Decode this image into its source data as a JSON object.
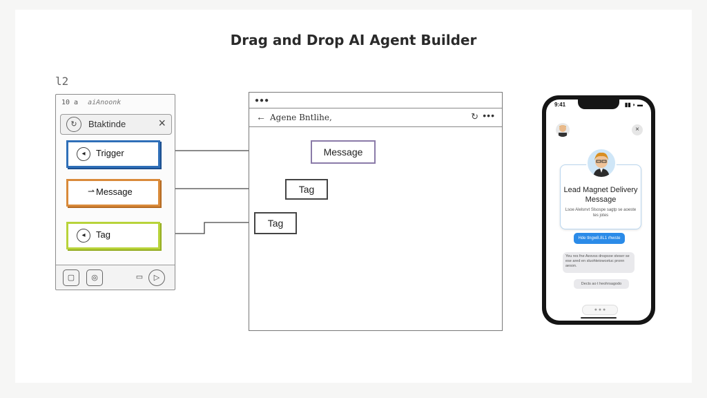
{
  "title": "Drag and Drop AI Agent Builder",
  "sketch_marker": "l2",
  "palette": {
    "panel_header": "10 a",
    "panel_app_name": "aiAnoonk",
    "search_placeholder": "Btaktinde",
    "close_glyph": "×",
    "nodes": [
      {
        "label": "Trigger",
        "color": "#2f6fb8",
        "icon": "cursor-icon"
      },
      {
        "label": "Message",
        "color": "#d98a3a",
        "icon": "arrow-icon"
      },
      {
        "label": "Tag",
        "color": "#b8d33a",
        "icon": "cursor-icon"
      }
    ],
    "bottom_icons": [
      "square-icon",
      "record-icon",
      "minus-icon",
      "play-icon"
    ]
  },
  "canvas": {
    "window_dots": "●●●",
    "back_glyph": "←",
    "title": "Agene Bntlihe,",
    "refresh_glyph": "↻",
    "more_glyph": "•••",
    "nodes": [
      {
        "label": "Message",
        "color": "#8a7aa8"
      },
      {
        "label": "Tag",
        "color": "#444444"
      },
      {
        "label": "Tag",
        "color": "#444444"
      }
    ]
  },
  "phone": {
    "status_time": "9:41",
    "status_right": "▮▮ ◗ ▬",
    "close_glyph": "×",
    "card_title": "Lead Magnet Delivery Message",
    "card_body": "Lsoe Alelsnvt Slsospe sagtp se aoeste tes jotes",
    "cta_label": "Hde tlngw8.8L1 rhwste",
    "bubble1": "Yeu res fne Aesvss dnspsoe steser se ese ared en sluohteiowcetuc pronn aeson.",
    "bubble2": "Dects ao t heohrsagodo",
    "input_glyph": "● ● ●"
  }
}
